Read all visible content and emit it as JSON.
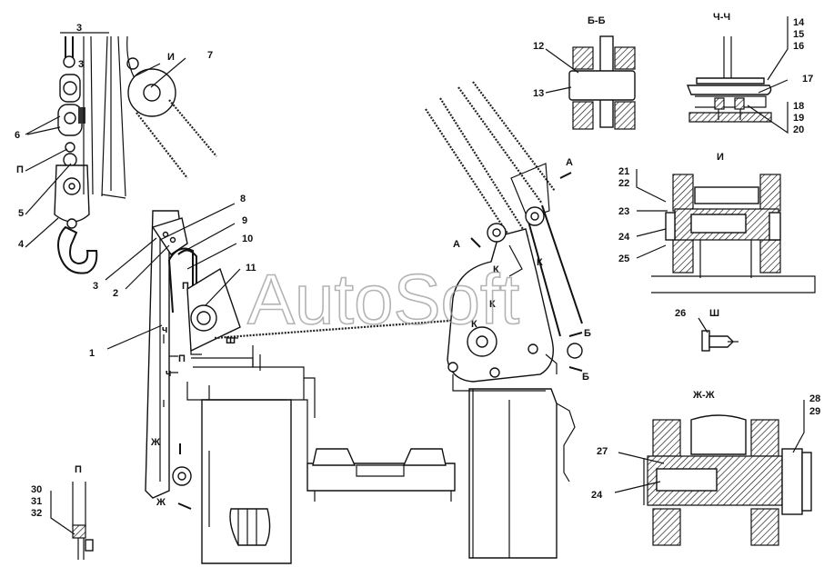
{
  "watermark": "AutoSoft",
  "sections": {
    "bb": "Б-Б",
    "chch": "Ч-Ч",
    "i": "И",
    "sh": "Ш",
    "zhzh": "Ж-Ж",
    "p": "П"
  },
  "callouts": {
    "n1": "1",
    "n2": "2",
    "n3a": "3",
    "n3b": "3",
    "n3c": "3",
    "n4": "4",
    "n5": "5",
    "n6": "6",
    "n7": "7",
    "n8": "8",
    "n9": "9",
    "n10": "10",
    "n11": "11",
    "n12": "12",
    "n13": "13",
    "n14": "14",
    "n15": "15",
    "n16": "16",
    "n17": "17",
    "n18": "18",
    "n19": "19",
    "n20": "20",
    "n21": "21",
    "n22": "22",
    "n23": "23",
    "n24a": "24",
    "n24b": "24",
    "n25": "25",
    "n26": "26",
    "n27": "27",
    "n28": "28",
    "n29": "29",
    "n30": "30",
    "n31": "31",
    "n32": "32"
  },
  "markers": {
    "p1": "П",
    "p2": "П",
    "p3": "П",
    "i1": "И",
    "a1": "А",
    "a2": "А",
    "k1": "К",
    "k2": "К",
    "k3": "К",
    "k4": "К",
    "b1": "Б",
    "b2": "Б",
    "sh1": "Ш",
    "zh1": "Ж",
    "zh2": "Ж",
    "ch1": "ч",
    "ch2": "ч"
  }
}
